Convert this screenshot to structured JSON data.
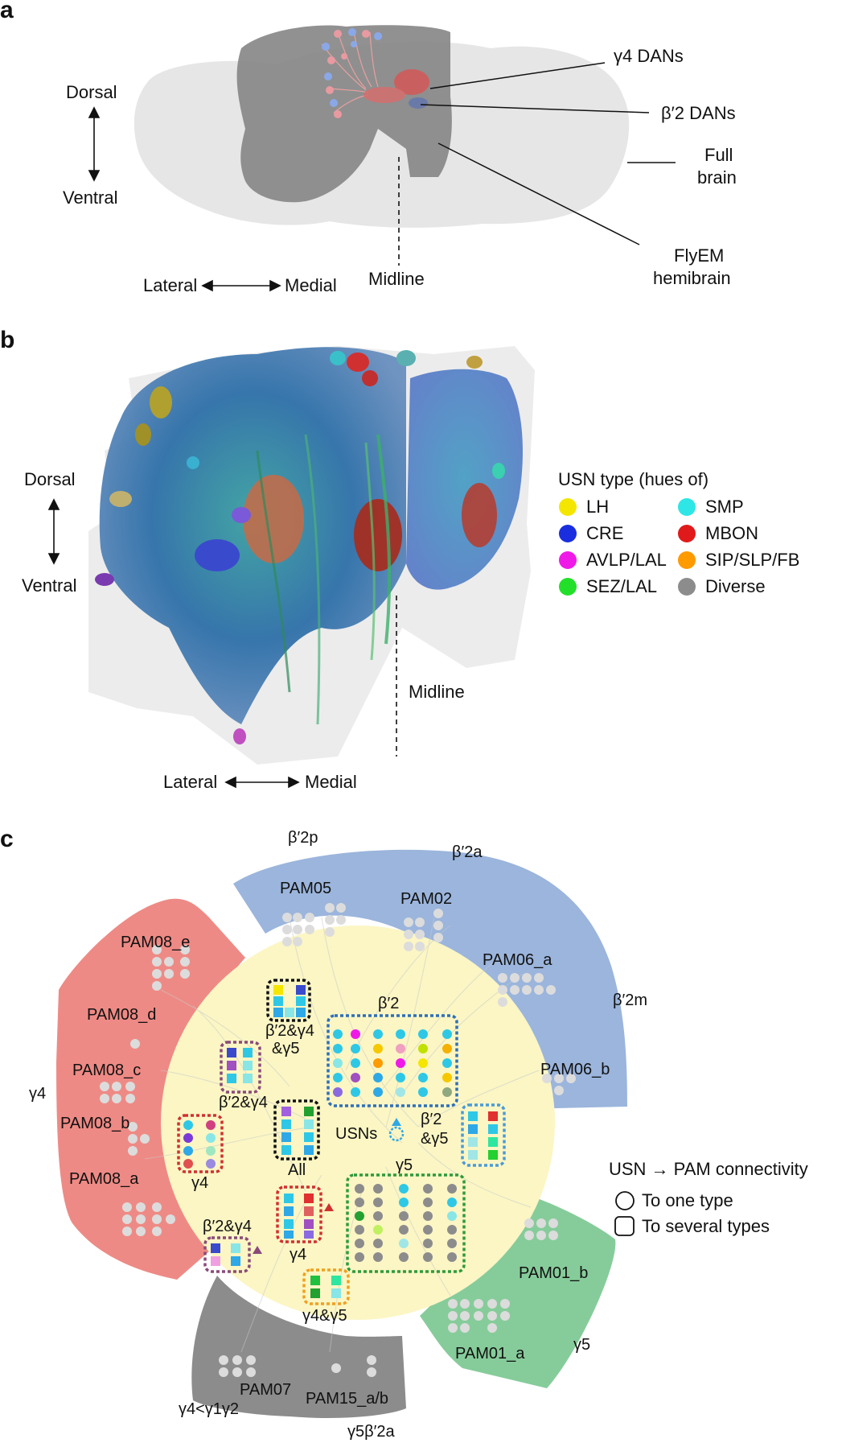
{
  "panel_a": {
    "letter": "a",
    "dorsal": "Dorsal",
    "ventral": "Ventral",
    "lateral": "Lateral",
    "medial": "Medial",
    "midline": "Midline",
    "gamma4_dans": "γ4 DANs",
    "beta2_dans": "β′2 DANs",
    "full_brain_1": "Full",
    "full_brain_2": "brain",
    "flyem_1": "FlyEM",
    "flyem_2": "hemibrain"
  },
  "panel_b": {
    "letter": "b",
    "dorsal": "Dorsal",
    "ventral": "Ventral",
    "lateral": "Lateral",
    "medial": "Medial",
    "midline": "Midline",
    "legend_title": "USN type (hues of)",
    "legend_items": [
      {
        "label": "LH",
        "color": "#f5e600"
      },
      {
        "label": "SMP",
        "color": "#2ee6e6"
      },
      {
        "label": "CRE",
        "color": "#1a2ee0"
      },
      {
        "label": "MBON",
        "color": "#e01a1a"
      },
      {
        "label": "AVLP/LAL",
        "color": "#f01ae8"
      },
      {
        "label": "SIP/SLP/FB",
        "color": "#ff9a00"
      },
      {
        "label": "SEZ/LAL",
        "color": "#22e02a"
      },
      {
        "label": "Diverse",
        "color": "#8c8c8c"
      }
    ]
  },
  "panel_c": {
    "letter": "c",
    "compartments": {
      "b2p": "β′2p",
      "b2a": "β′2a",
      "b2m": "β′2m",
      "g4": "γ4",
      "g5": "γ5",
      "g4g1g2": "γ4<γ1γ2",
      "g5b2a": "γ5β′2a"
    },
    "pam_types": {
      "pam05": "PAM05",
      "pam02": "PAM02",
      "pam06a": "PAM06_a",
      "pam06b": "PAM06_b",
      "pam08e": "PAM08_e",
      "pam08d": "PAM08_d",
      "pam08c": "PAM08_c",
      "pam08b": "PAM08_b",
      "pam08a": "PAM08_a",
      "pam07": "PAM07",
      "pam15": "PAM15_a/b",
      "pam01a": "PAM01_a",
      "pam01b": "PAM01_b"
    },
    "groups": {
      "b2_g4_g5_1": "β′2&γ4",
      "b2_g4_g5_2": "&γ5",
      "b2": "β′2",
      "b2_g4_top": "β′2&γ4",
      "g4_left": "γ4",
      "all": "All",
      "usns": "USNs",
      "b2_g5_1": "β′2",
      "b2_g5_2": "&γ5",
      "g5": "γ5",
      "b2_g4_bottom": "β′2&γ4",
      "g4_center": "γ4",
      "g4_g5": "γ4&γ5"
    },
    "legend": {
      "title": "USN → PAM connectivity",
      "one": "To one type",
      "several": "To several types"
    },
    "colors": {
      "b2_sector": "#9bb5dc",
      "g4_sector": "#ee8c86",
      "g5_sector": "#86cc9a",
      "gray_sector": "#8c8c8c",
      "center": "#fbf6c4"
    }
  }
}
